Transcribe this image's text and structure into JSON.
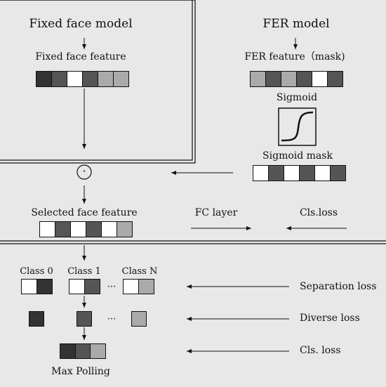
{
  "upper_left": {
    "title": "Fixed face model",
    "feature_label": "Fixed face feature",
    "feature_cells": [
      "#333333",
      "#555555",
      "#ffffff",
      "#555555",
      "#aaaaaa",
      "#aaaaaa"
    ]
  },
  "upper_right": {
    "title": "FER model",
    "feature_label": "FER feature（mask)",
    "feature_cells": [
      "#aaaaaa",
      "#555555",
      "#aaaaaa",
      "#555555",
      "#ffffff",
      "#555555"
    ],
    "sigmoid_label": "Sigmoid",
    "sigmoid_mask_label": "Sigmoid mask",
    "mask_cells": [
      "#ffffff",
      "#555555",
      "#ffffff",
      "#555555",
      "#ffffff",
      "#555555"
    ]
  },
  "middle": {
    "operator_symbol": "·",
    "selected_label": "Selected face feature",
    "selected_cells": [
      "#ffffff",
      "#555555",
      "#ffffff",
      "#555555",
      "#ffffff",
      "#aaaaaa"
    ],
    "fc_layer_label": "FC layer",
    "cls_loss_label": "Cls.loss"
  },
  "bottom": {
    "class_labels": [
      "Class 0",
      "Class 1",
      "Class N"
    ],
    "class0_cells": [
      "#ffffff",
      "#333333"
    ],
    "class1_cells": [
      "#ffffff",
      "#555555"
    ],
    "classN_cells": [
      "#ffffff",
      "#aaaaaa"
    ],
    "ellipsis": "···",
    "single_squares": [
      "#333333",
      "#555555",
      "#aaaaaa"
    ],
    "pooled_cells": [
      "#333333",
      "#555555",
      "#aaaaaa"
    ],
    "separation_loss_label": "Separation loss",
    "diverse_loss_label": "Diverse loss",
    "cls_loss_label": "Cls. loss",
    "max_pooling_label": "Max Polling"
  }
}
